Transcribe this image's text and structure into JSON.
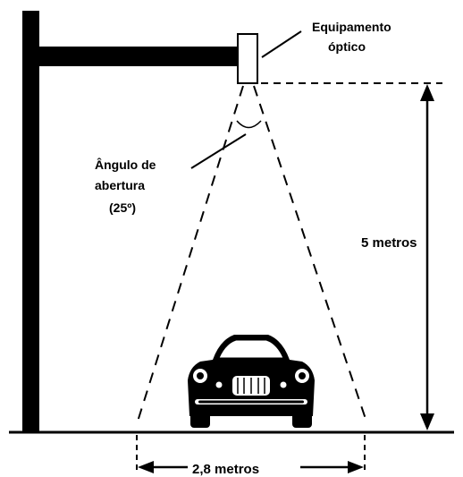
{
  "labels": {
    "equipment_line1": "Equipamento",
    "equipment_line2": "óptico",
    "angle_line1": "Ângulo de",
    "angle_line2": "abertura",
    "angle_line3": "(25º)",
    "height": "5 metros",
    "width": "2,8 metros"
  },
  "colors": {
    "ink": "#000000",
    "background": "#ffffff"
  }
}
